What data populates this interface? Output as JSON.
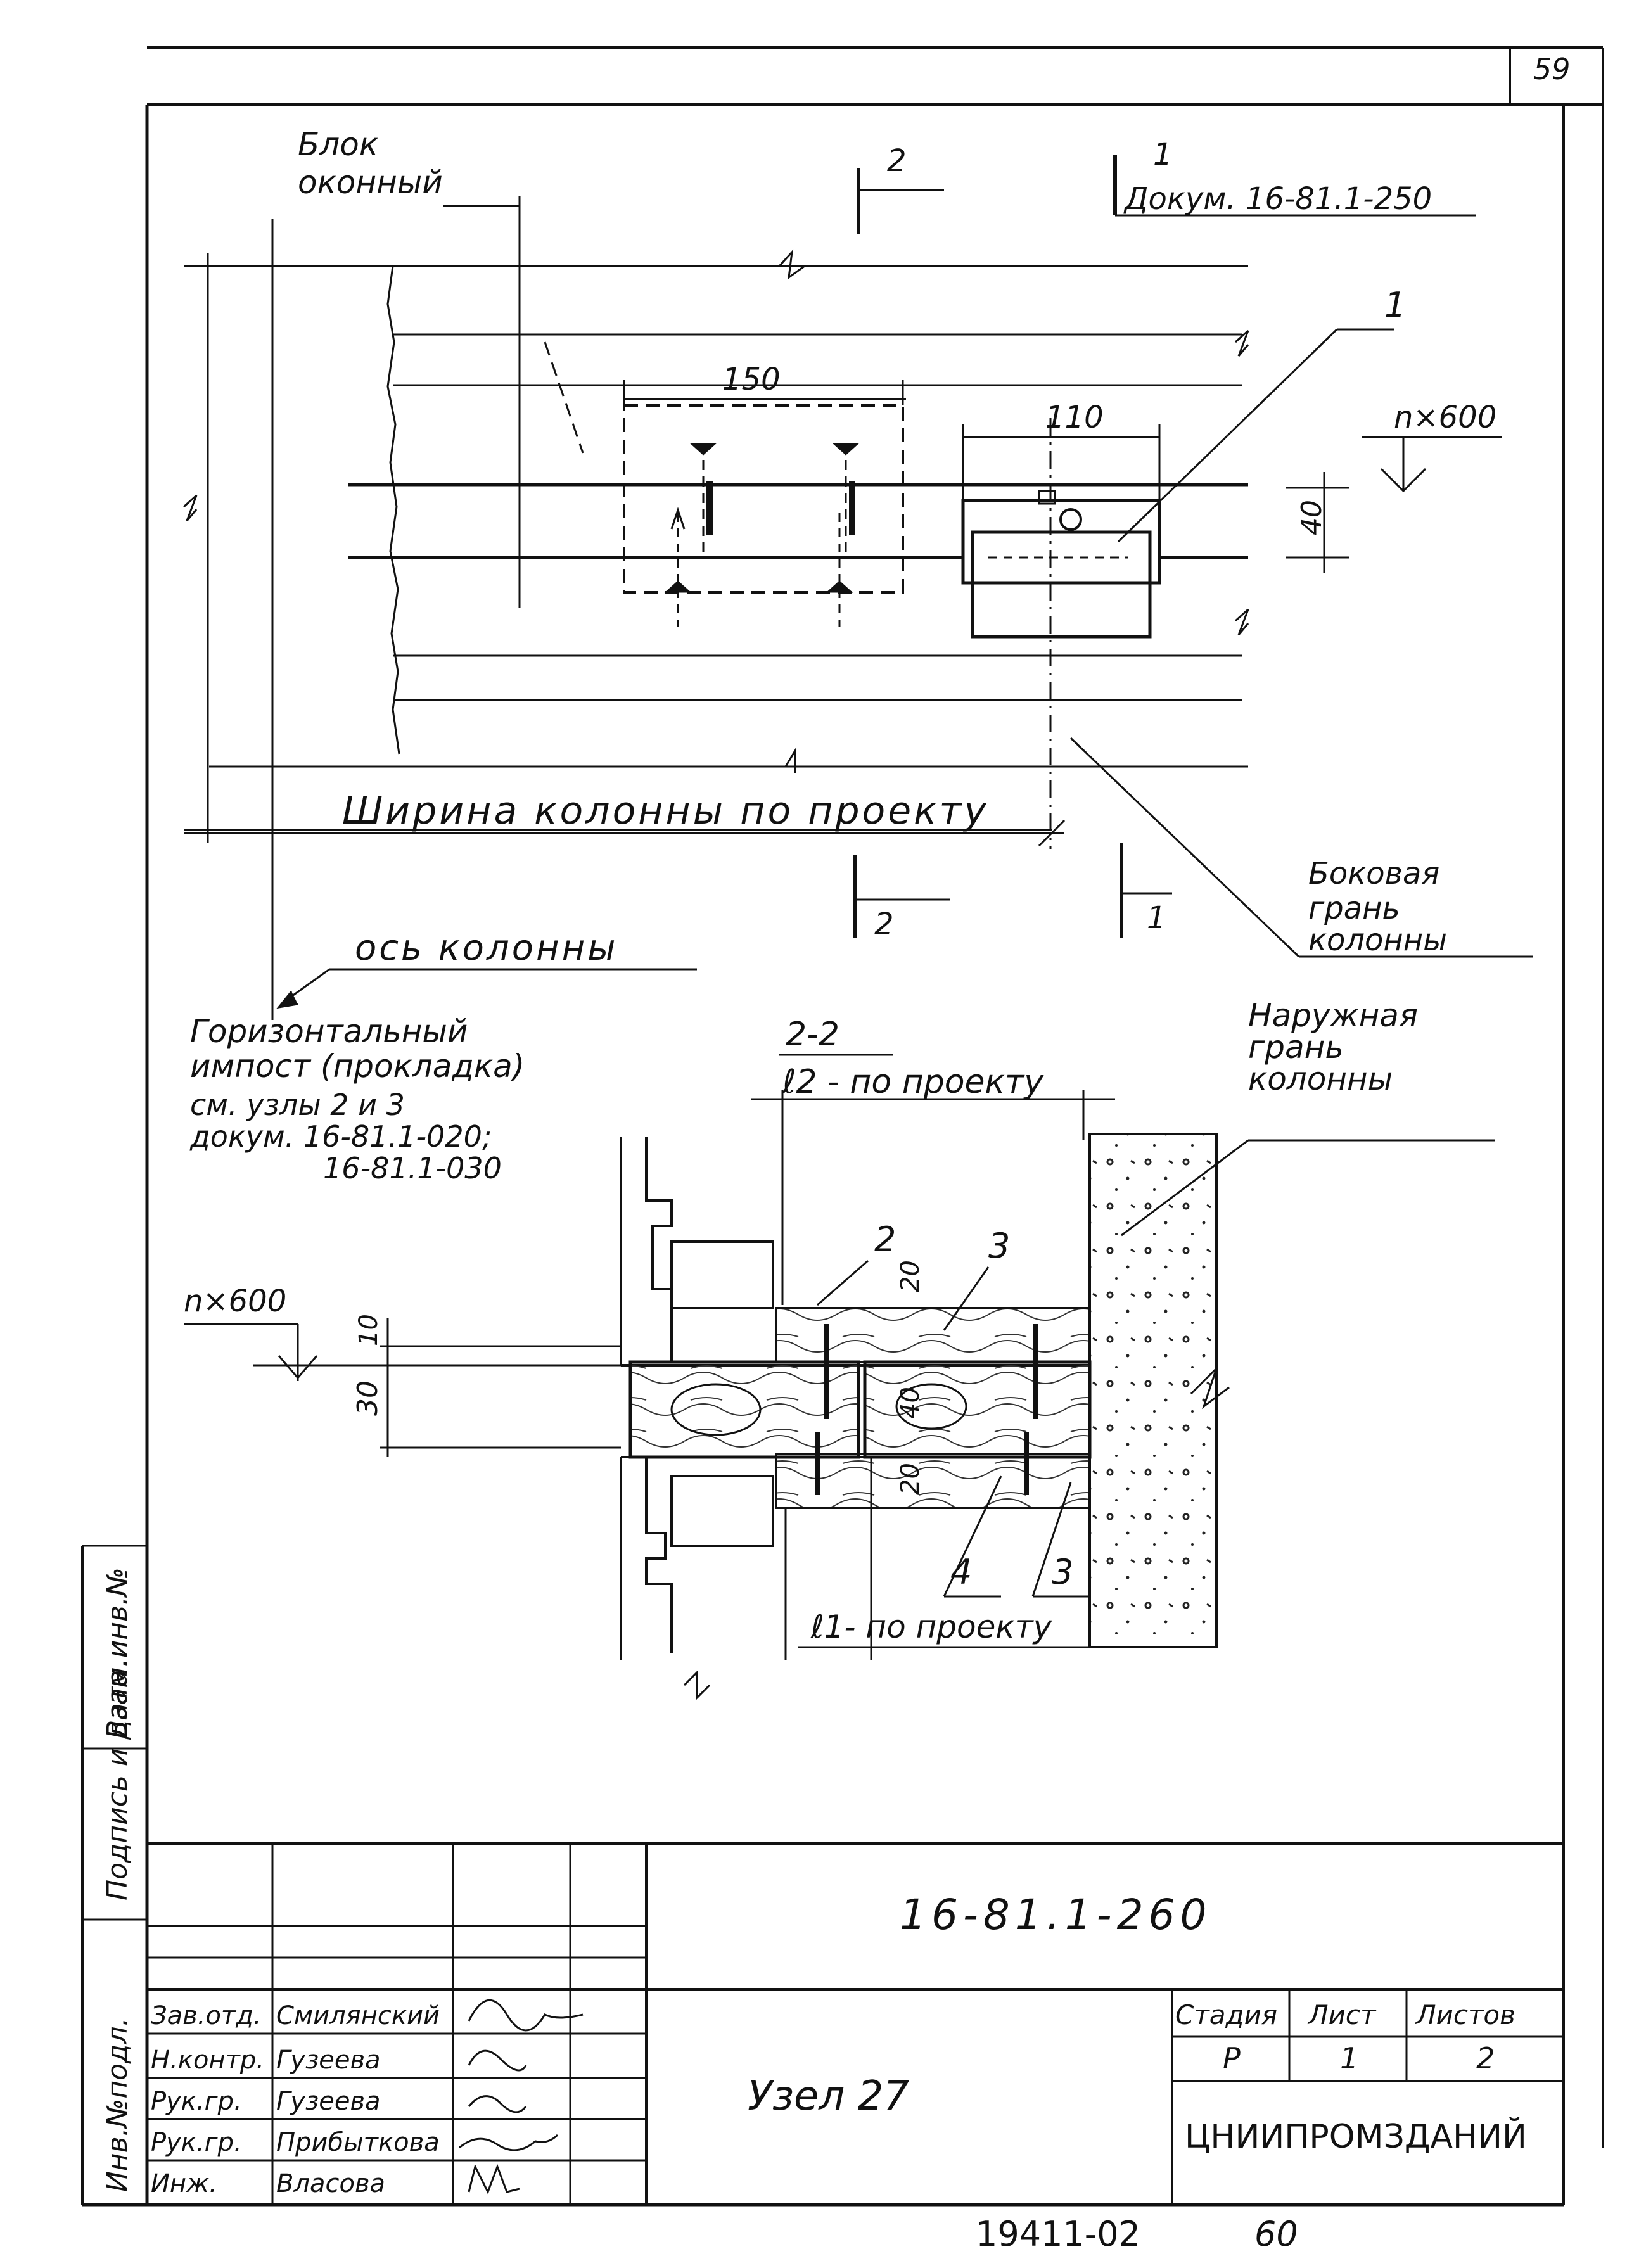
{
  "sheet": {
    "page_number": "59",
    "doc_code": "16-81.1-260",
    "title": "Узел 27",
    "organization": "ЦНИИПРОМЗДАНИЙ",
    "archive_no": "19411-02",
    "page_bottom": "60"
  },
  "plan": {
    "label_window_block_1": "Блок",
    "label_window_block_2": "оконный",
    "section2_top": "2",
    "section1_top": "1",
    "ref_doc": "Докум. 16-81.1-250",
    "dim_150": "150",
    "dim_110": "110",
    "callout_1": "1",
    "spacing": "n×600",
    "dim_40": "40",
    "column_width": "Ширина колонны по проекту",
    "section2_bottom": "2",
    "section1_bottom": "1",
    "side_face_1": "Боковая",
    "side_face_2": "грань",
    "side_face_3": "колонны",
    "column_axis": "ось колонны"
  },
  "section": {
    "title": "2-2",
    "l2": "ℓ2 - по проекту",
    "mullion_1": "Горизонтальный",
    "mullion_2": "импост (прокладка)",
    "ref_1": "см. узлы 2 и 3",
    "ref_2": "докум. 16-81.1-020;",
    "ref_3": "16-81.1-030",
    "outer_face_1": "Наружная",
    "outer_face_2": "грань",
    "outer_face_3": "колонны",
    "spacing": "n×600",
    "dim_10": "10",
    "dim_30": "30",
    "dim_20_top": "20",
    "dim_40": "40",
    "dim_20_bottom": "20",
    "callout_2": "2",
    "callout_3_top": "3",
    "callout_4": "4",
    "callout_3_bottom": "3",
    "l1": "ℓ1- по проекту"
  },
  "stamp": {
    "side_1": "Инв.№подл.",
    "side_2": "Подпись и дата",
    "side_3": "Взам.инв.№",
    "roles": [
      "Зав.отд.",
      "Н.контр.",
      "Рук.гр.",
      "Рук.гр.",
      "Инж."
    ],
    "names": [
      "Смилянский",
      "Гузеева",
      "Гузеева",
      "Прибыткова",
      "Власова"
    ],
    "signatures": [
      "Smil",
      "Guz",
      "Guz",
      "Prib",
      "VN"
    ],
    "stage_header": "Стадия",
    "sheet_header": "Лист",
    "sheets_header": "Листов",
    "stage": "Р",
    "sheet": "1",
    "sheets": "2"
  }
}
